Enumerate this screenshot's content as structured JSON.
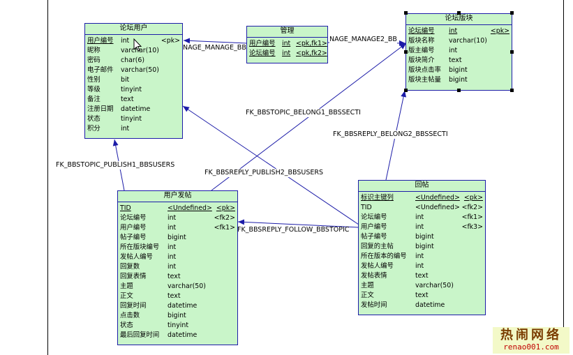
{
  "entities": {
    "users": {
      "title": "论坛用户",
      "rows": [
        [
          "用户编号",
          "int",
          "<pk>"
        ],
        [
          "昵称",
          "varchar(10)",
          ""
        ],
        [
          "密码",
          "char(6)",
          ""
        ],
        [
          "电子邮件",
          "varchar(50)",
          ""
        ],
        [
          "性别",
          "bit",
          ""
        ],
        [
          "等级",
          "tinyint",
          ""
        ],
        [
          "备注",
          "text",
          ""
        ],
        [
          "注册日期",
          "datetime",
          ""
        ],
        [
          "状态",
          "tinyint",
          ""
        ],
        [
          "积分",
          "int",
          ""
        ]
      ]
    },
    "manage": {
      "title": "管理",
      "rows": [
        [
          "用户编号",
          "int",
          "<pk,fk1>"
        ],
        [
          "论坛编号",
          "int",
          "<pk,fk2>"
        ]
      ]
    },
    "section": {
      "title": "论坛版块",
      "rows": [
        [
          "论坛编号",
          "int",
          "<pk>"
        ],
        [
          "版块名称",
          "varchar(10)",
          ""
        ],
        [
          "版主编号",
          "int",
          ""
        ],
        [
          "版块简介",
          "text",
          ""
        ],
        [
          "版块点击率",
          "bigint",
          ""
        ],
        [
          "版块主帖量",
          "bigint",
          ""
        ]
      ]
    },
    "topic": {
      "title": "用户发帖",
      "rows": [
        [
          "TID",
          "<Undefined>",
          "<pk>"
        ],
        [
          "论坛编号",
          "int",
          "<fk2>"
        ],
        [
          "用户编号",
          "int",
          "<fk1>"
        ],
        [
          "帖子编号",
          "bigint",
          ""
        ],
        [
          "所在版块编号",
          "int",
          ""
        ],
        [
          "发帖人编号",
          "int",
          ""
        ],
        [
          "回复数",
          "int",
          ""
        ],
        [
          "回复表情",
          "text",
          ""
        ],
        [
          "主题",
          "varchar(50)",
          ""
        ],
        [
          "正文",
          "text",
          ""
        ],
        [
          "回复时间",
          "datetime",
          ""
        ],
        [
          "点击数",
          "bigint",
          ""
        ],
        [
          "状态",
          "tinyint",
          ""
        ],
        [
          "最后回复时间",
          "datetime",
          ""
        ]
      ]
    },
    "reply": {
      "title": "回帖",
      "rows": [
        [
          "标识主键列",
          "<Undefined>",
          "<pk>"
        ],
        [
          "TID",
          "<Undefined>",
          "<fk2>"
        ],
        [
          "论坛编号",
          "int",
          "<fk1>"
        ],
        [
          "用户编号",
          "int",
          "<fk3>"
        ],
        [
          "帖子编号",
          "bigint",
          ""
        ],
        [
          "回复的主帖",
          "bigint",
          ""
        ],
        [
          "所在版本的编号",
          "int",
          ""
        ],
        [
          "发帖人编号",
          "int",
          ""
        ],
        [
          "发帖表情",
          "text",
          ""
        ],
        [
          "主题",
          "varchar(50)",
          ""
        ],
        [
          "正文",
          "text",
          ""
        ],
        [
          "发帖时间",
          "datetime",
          ""
        ]
      ]
    }
  },
  "relationships": {
    "manage1": "NAGE_MANAGE_BB",
    "manage2": "NAGE_MANAGE2_BB",
    "topic_belong": "FK_BBSTOPIC_BELONG1_BBSSECTI",
    "reply_belong": "FK_BBSREPLY_BELONG2_BBSSECTI",
    "topic_publish": "FK_BBSTOPIC_PUBLISH1_BBSUSERS",
    "reply_publish": "FK_BBSREPLY_PUBLISH2_BBSUSERS",
    "reply_follow": "FK_BBSREPLY_FOLLOW_BBSTOPIC"
  },
  "watermark": {
    "title": "热闹网络",
    "url": "renao001.com"
  },
  "colors": {
    "entity_fill": "#c9f5c9",
    "line": "#1c1ca8"
  }
}
